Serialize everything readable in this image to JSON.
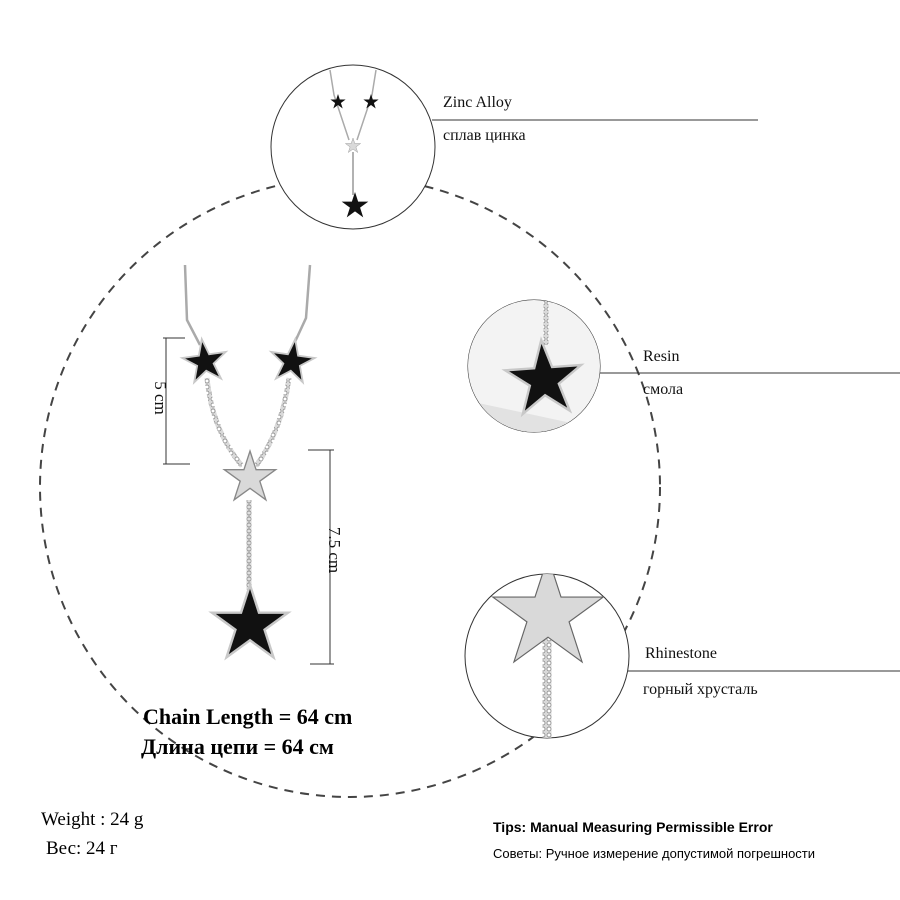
{
  "callouts": [
    {
      "en": "Zinc Alloy",
      "ru": "сплав цинка"
    },
    {
      "en": "Resin",
      "ru": "смола"
    },
    {
      "en": "Rhinestone",
      "ru": "горный хрусталь"
    }
  ],
  "dimensions": {
    "top": "5 cm",
    "bottom": "7.5 cm"
  },
  "chain_length": {
    "en": "Chain Length = 64 cm",
    "ru": "Длина цепи = 64 см"
  },
  "weight": {
    "en": "Weight : 24 g",
    "ru": "Вес: 24 г"
  },
  "tips": {
    "en": "Tips: Manual Measuring Permissible Error",
    "ru": "Советы: Ручное измерение допустимой погрешности"
  },
  "colors": {
    "star_fill": "#111111",
    "silver": "#c8c8c8",
    "dashed_circle": "#444444"
  }
}
